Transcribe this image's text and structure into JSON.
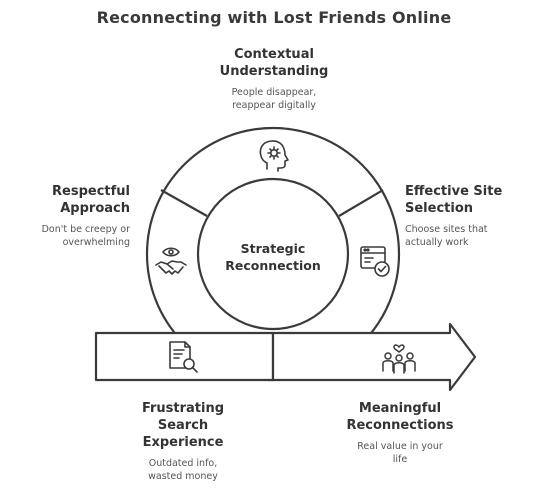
{
  "title": "Reconnecting with Lost Friends Online",
  "center": {
    "line1": "Strategic",
    "line2": "Reconnection"
  },
  "stages": {
    "contextual": {
      "label_line1": "Contextual",
      "label_line2": "Understanding",
      "desc_line1": "People disappear,",
      "desc_line2": "reappear digitally",
      "icon": "head-gear-icon"
    },
    "effective": {
      "label_line1": "Effective Site",
      "label_line2": "Selection",
      "desc_line1": "Choose sites that",
      "desc_line2": "actually work",
      "icon": "browser-check-icon"
    },
    "respectful": {
      "label_line1": "Respectful",
      "label_line2": "Approach",
      "desc_line1": "Don't be creepy or",
      "desc_line2": "overwhelming",
      "icon": "eye-handshake-icon"
    },
    "frustrating": {
      "label_line1": "Frustrating",
      "label_line2": "Search",
      "label_line3": "Experience",
      "desc_line1": "Outdated info,",
      "desc_line2": "wasted money",
      "icon": "document-search-icon"
    },
    "meaningful": {
      "label_line1": "Meaningful",
      "label_line2": "Reconnections",
      "desc_line1": "Real value in your",
      "desc_line2": "life",
      "icon": "people-heart-icon"
    }
  },
  "colors": {
    "stroke": "#3a3a3a",
    "fill": "#ffffff",
    "text": "#333333",
    "muted": "#555555"
  }
}
